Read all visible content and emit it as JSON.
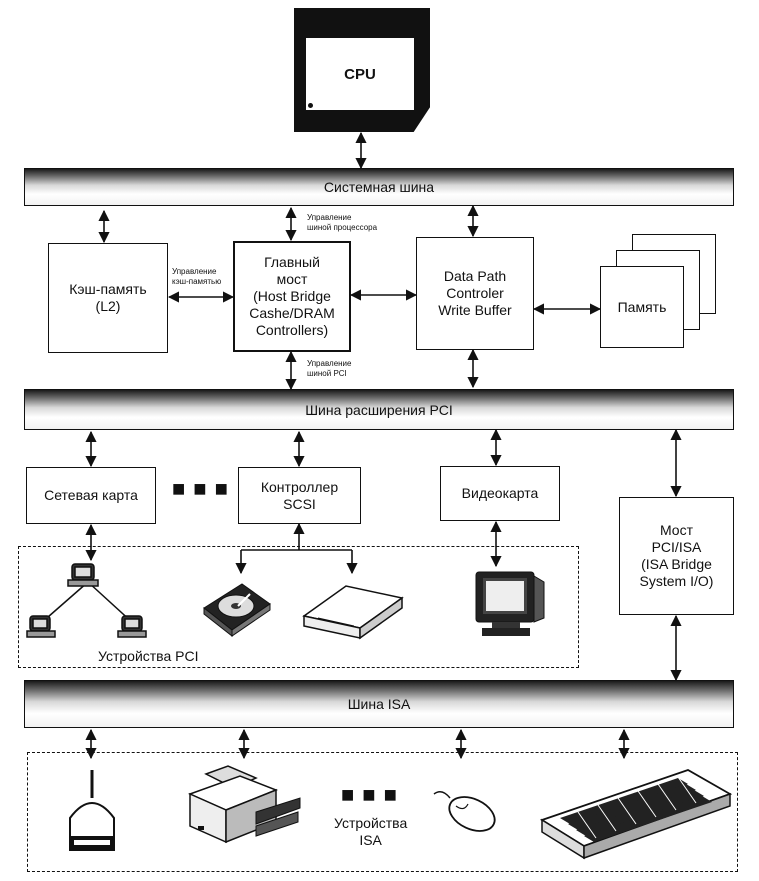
{
  "cpu": {
    "label": "CPU"
  },
  "buses": {
    "system": "Системная шина",
    "pci": "Шина расширения PCI",
    "isa": "Шина ISA"
  },
  "blocks": {
    "cache": "Кэш-память\n(L2)",
    "host_bridge": "Главный\nмост\n(Host Bridge\nCashe/DRAM\nControllers)",
    "data_path": "Data Path\nControler\nWrite Buffer",
    "memory": "Память",
    "network_card": "Сетевая карта",
    "scsi": "Контроллер\nSCSI",
    "video_card": "Видеокарта",
    "pci_isa_bridge": "Мост\nPCI/ISA\n(ISA Bridge\nSystem I/O)"
  },
  "notes": {
    "cpu_bus_control": "Управление\nшиной процессора",
    "cache_control": "Управление\nкэш-памятью",
    "pci_bus_control": "Управление\nшиной PCI"
  },
  "groups": {
    "pci_devices": "Устройства PCI",
    "isa_devices": "Устройства\nISA"
  },
  "icons": [
    "network-computers-icon",
    "hard-disk-icon",
    "scanner-icon",
    "monitor-icon",
    "barcode-scanner-icon",
    "printer-icon",
    "mouse-icon",
    "keyboard-icon"
  ]
}
